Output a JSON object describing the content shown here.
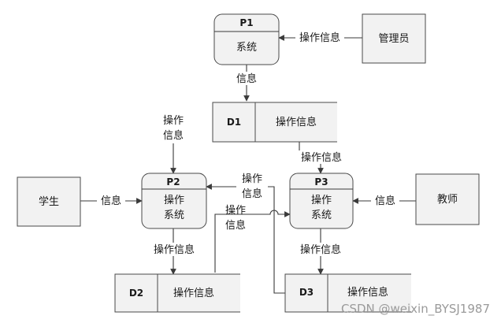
{
  "entities": {
    "admin": "管理员",
    "student": "学生",
    "teacher": "教师"
  },
  "processes": {
    "p1": {
      "id": "P1",
      "name": "系统"
    },
    "p2": {
      "id": "P2",
      "name_line1": "操作",
      "name_line2": "系统"
    },
    "p3": {
      "id": "P3",
      "name_line1": "操作",
      "name_line2": "系统"
    }
  },
  "stores": {
    "d1": {
      "id": "D1",
      "name": "操作信息"
    },
    "d2": {
      "id": "D2",
      "name": "操作信息"
    },
    "d3": {
      "id": "D3",
      "name": "操作信息"
    }
  },
  "flows": {
    "admin_p1": "操作信息",
    "p1_d1": "信息",
    "in_p2_line1": "操作",
    "in_p2_line2": "信息",
    "d1_p3": "操作信息",
    "student_p2": "信息",
    "teacher_p3": "信息",
    "p3_p2_line1": "操作",
    "p3_p2_line2": "信息",
    "p2_p3_line1": "操作",
    "p2_p3_line2": "信息",
    "p2_d2": "操作信息",
    "p3_d3": "操作信息"
  },
  "watermark": "CSDN @weixin_BYSJ1987"
}
